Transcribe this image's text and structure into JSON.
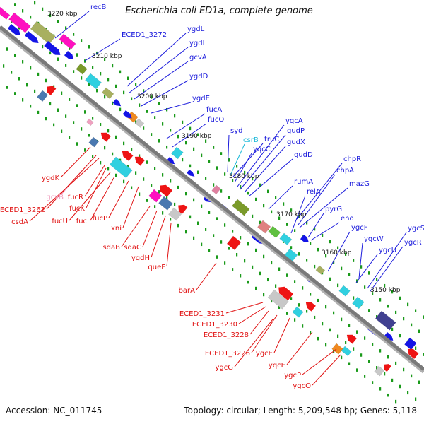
{
  "title": "Escherichia coli ED1a, complete genome",
  "footer": {
    "accession": "Accession: NC_011745",
    "topology": "Topology: circular; Length: 5,209,548 bp; Genes: 5,118"
  },
  "colors": {
    "forward_label": "#1a1adc",
    "reverse_label": "#e01010",
    "rna_label": "#1ab8d8",
    "pseudo_label": "#f0a0c0",
    "backbone": "#808080",
    "tick": "#1a9a1a"
  },
  "kbp_ticks": [
    "3220 kbp",
    "3210 kbp",
    "3200 kbp",
    "3190 kbp",
    "3180 kbp",
    "3170 kbp",
    "3160 kbp",
    "3150 kbp"
  ],
  "forward_genes": [
    "recB",
    "ECED1_3272",
    "ygdL",
    "ygdI",
    "gcvA",
    "ygdD",
    "ygdE",
    "fucA",
    "fucO",
    "syd",
    "truC",
    "yqcC",
    "yqcA",
    "gudP",
    "gudX",
    "gudD",
    "rumA",
    "chpR",
    "chpA",
    "relA",
    "mazG",
    "pyrG",
    "eno",
    "ygcF",
    "ygcW",
    "ygcS",
    "ygcU",
    "ygcR"
  ],
  "rna_genes": [
    "csrB"
  ],
  "pseudo_genes": [
    "gcvB"
  ],
  "reverse_genes": [
    "ygdK",
    "ECED1_3262",
    "csdA",
    "fucR",
    "fucK",
    "fucU",
    "fucI",
    "fucP",
    "xni",
    "sdaB",
    "sdaC",
    "ygdH",
    "queF",
    "barA",
    "ECED1_3231",
    "ECED1_3230",
    "ECED1_3228",
    "ECED1_3226",
    "ygcE",
    "ygcG",
    "yqcE",
    "ygcP",
    "ygcO"
  ]
}
